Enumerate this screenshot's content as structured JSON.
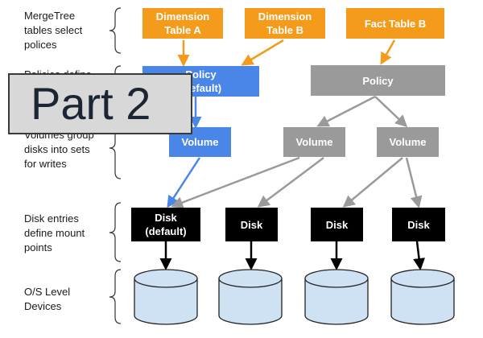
{
  "side_labels": {
    "tables": [
      "MergeTree",
      "tables select",
      "polices"
    ],
    "policies": [
      "Policies define"
    ],
    "volumes": [
      "Volumes group",
      "disks into sets",
      "for writes"
    ],
    "disks": [
      "Disk entries",
      "define  mount",
      "points"
    ],
    "devices": [
      "O/S Level",
      "Devices"
    ]
  },
  "tables": {
    "dimension_a": [
      "Dimension",
      "Table A"
    ],
    "dimension_b": [
      "Dimension",
      "Table B"
    ],
    "fact_b": [
      "Fact Table B"
    ]
  },
  "policies": {
    "default": [
      "Policy",
      "(default)"
    ],
    "other": [
      "Policy"
    ]
  },
  "volumes": {
    "default": "Volume",
    "middle": "Volume",
    "right": "Volume"
  },
  "disks": {
    "default": [
      "Disk",
      "(default)"
    ],
    "disk2": [
      "Disk"
    ],
    "disk3": [
      "Disk"
    ],
    "disk4": [
      "Disk"
    ]
  },
  "banner": "Part 2",
  "colors": {
    "table": "#f59b1c",
    "default_path": "#4a86e8",
    "other_path": "#9a9a9a",
    "disk": "#000000",
    "device_fill": "#cfe2f3"
  }
}
